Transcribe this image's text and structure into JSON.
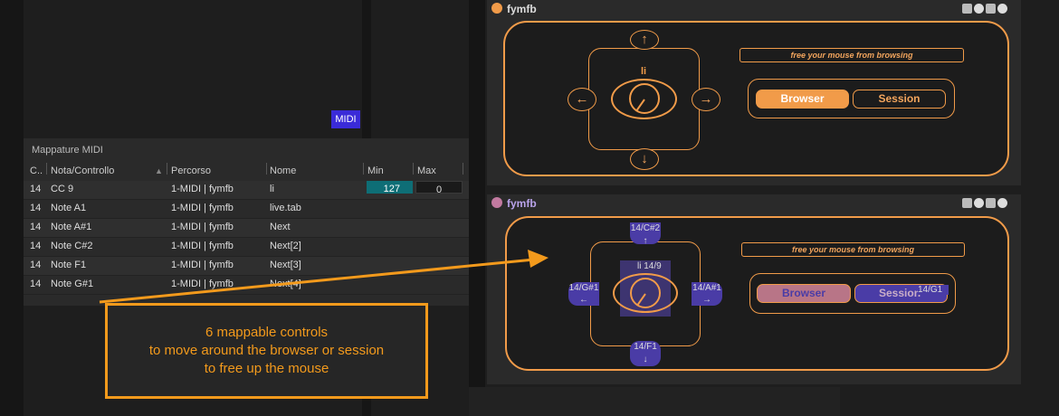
{
  "midi_badge": "MIDI",
  "mapping_panel": {
    "title": "Mappature MIDI",
    "columns": [
      "C..",
      "Nota/Controllo",
      "Percorso",
      "Nome",
      "Min",
      "Max"
    ],
    "rows": [
      {
        "ch": "14",
        "note": "CC 9",
        "path": "1-MIDI | fymfb",
        "name": "li",
        "min": "127",
        "max": "0"
      },
      {
        "ch": "14",
        "note": "Note A1",
        "path": "1-MIDI | fymfb",
        "name": "live.tab",
        "min": "",
        "max": ""
      },
      {
        "ch": "14",
        "note": "Note A#1",
        "path": "1-MIDI | fymfb",
        "name": "Next",
        "min": "",
        "max": ""
      },
      {
        "ch": "14",
        "note": "Note C#2",
        "path": "1-MIDI | fymfb",
        "name": "Next[2]",
        "min": "",
        "max": ""
      },
      {
        "ch": "14",
        "note": "Note F1",
        "path": "1-MIDI | fymfb",
        "name": "Next[3]",
        "min": "",
        "max": ""
      },
      {
        "ch": "14",
        "note": "Note G#1",
        "path": "1-MIDI | fymfb",
        "name": "Next[4]",
        "min": "",
        "max": ""
      }
    ]
  },
  "device_top": {
    "name": "fymfb",
    "power_color": "#f19b49",
    "knob_label": "li",
    "tagline": "free your mouse from browsing",
    "browser_label": "Browser",
    "session_label": "Session",
    "arrows": {
      "up": "↑",
      "down": "↓",
      "left": "←",
      "right": "→"
    }
  },
  "device_bottom": {
    "name": "fymfb",
    "power_color": "#c27aa0",
    "knob_label": "li",
    "tagline": "free your mouse from browsing",
    "browser_label": "Browser",
    "session_label": "Session",
    "mappings": {
      "up": "14/C#2",
      "knob": "14/9",
      "left": "14/G#1",
      "right": "14/A#1",
      "down": "14/F1",
      "session": "14/G1"
    }
  },
  "callout": {
    "lines": [
      "6 mappable controls",
      "to move around the browser or session",
      "to free up the mouse"
    ],
    "color": "#f39a1c"
  },
  "colors": {
    "accent": "#f19b49",
    "mapping_tag": "#4a3ca6",
    "min_cell": "#0e6e76"
  }
}
